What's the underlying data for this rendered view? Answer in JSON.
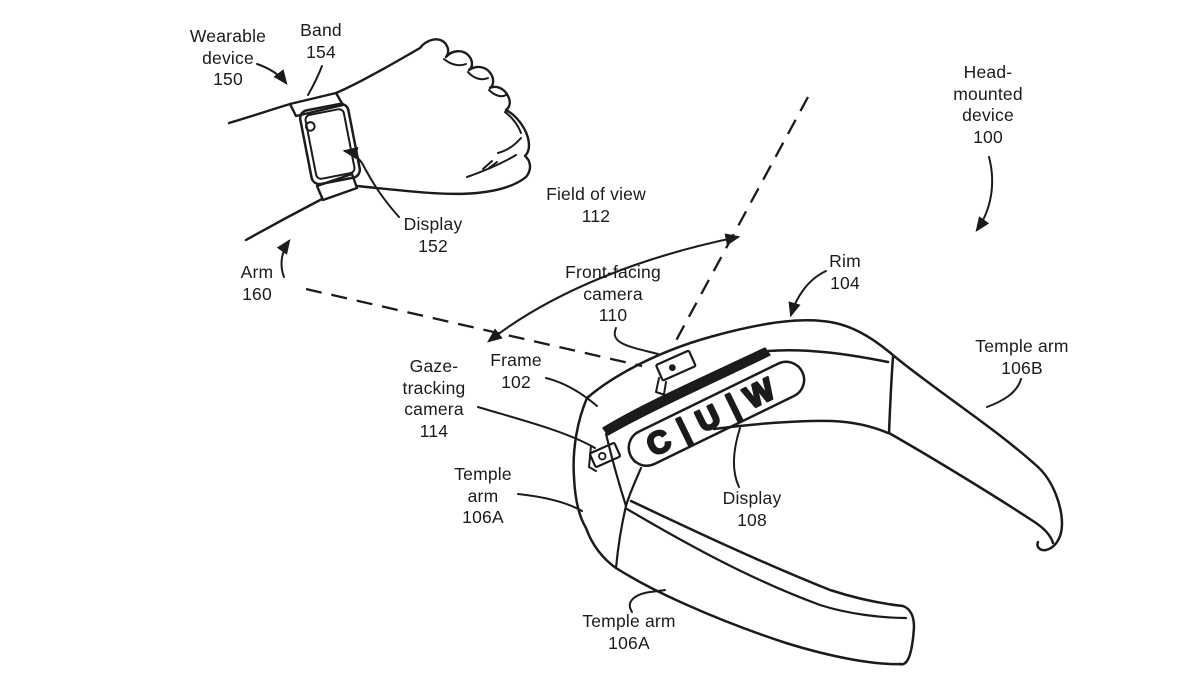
{
  "colors": {
    "ink": "#1b1b1b",
    "background": "#ffffff"
  },
  "labels": {
    "wearable_device": "Wearable\ndevice\n150",
    "band": "Band\n154",
    "head_mounted_device": "Head-\nmounted\ndevice\n100",
    "field_of_view": "Field of view\n112",
    "display_wearable": "Display\n152",
    "arm": "Arm\n160",
    "front_facing_camera": "Front-facing\ncamera\n110",
    "rim": "Rim\n104",
    "temple_arm_b": "Temple arm\n106B",
    "frame": "Frame\n102",
    "gaze_tracking_camera": "Gaze-\ntracking\ncamera\n114",
    "temple_arm_a_side": "Temple\narm\n106A",
    "display_hmd": "Display\n108",
    "temple_arm_a_bottom": "Temple arm\n106A"
  },
  "hmd_display": {
    "segments": [
      "C",
      "|",
      "U",
      "|",
      "W"
    ]
  }
}
